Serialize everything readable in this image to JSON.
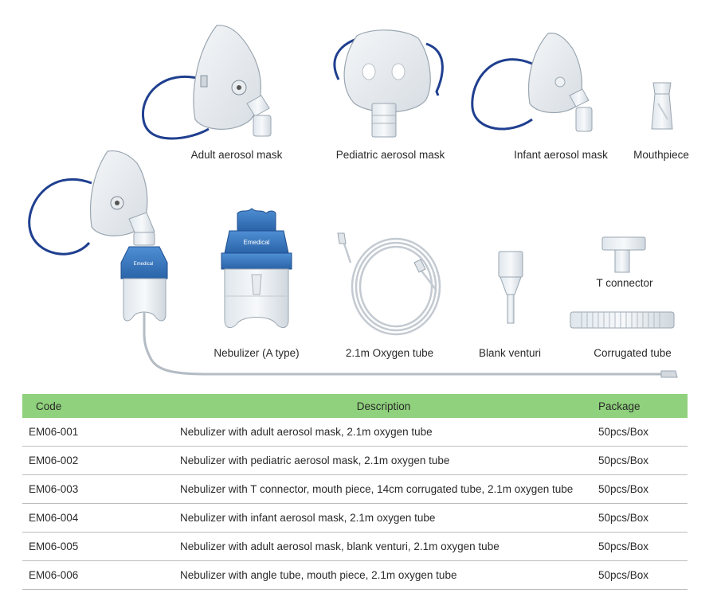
{
  "products": {
    "adult_mask": "Adult aerosol mask",
    "pediatric_mask": "Pediatric aerosol mask",
    "infant_mask": "Infant aerosol mask",
    "mouthpiece": "Mouthpiece",
    "nebulizer_a": "Nebulizer (A type)",
    "oxygen_tube": "2.1m Oxygen tube",
    "blank_venturi": "Blank venturi",
    "t_connector": "T connector",
    "corrugated_tube": "Corrugated tube"
  },
  "brand": "Emedical",
  "colors": {
    "header_green": "#8fd17c",
    "brand_blue": "#2f6fb6",
    "strap_blue": "#1f3f8f"
  },
  "table": {
    "headers": {
      "code": "Code",
      "description": "Description",
      "package": "Package"
    },
    "rows": [
      {
        "code": "EM06-001",
        "description": "Nebulizer with adult aerosol mask, 2.1m oxygen tube",
        "package": "50pcs/Box"
      },
      {
        "code": "EM06-002",
        "description": "Nebulizer with pediatric aerosol mask, 2.1m oxygen tube",
        "package": "50pcs/Box"
      },
      {
        "code": "EM06-003",
        "description": "Nebulizer with T connector, mouth piece, 14cm corrugated tube, 2.1m oxygen tube",
        "package": "50pcs/Box"
      },
      {
        "code": "EM06-004",
        "description": "Nebulizer with infant aerosol mask, 2.1m oxygen tube",
        "package": "50pcs/Box"
      },
      {
        "code": "EM06-005",
        "description": "Nebulizer with adult aerosol mask, blank venturi, 2.1m oxygen tube",
        "package": "50pcs/Box"
      },
      {
        "code": "EM06-006",
        "description": "Nebulizer with angle tube, mouth piece, 2.1m oxygen tube",
        "package": "50pcs/Box"
      }
    ]
  }
}
